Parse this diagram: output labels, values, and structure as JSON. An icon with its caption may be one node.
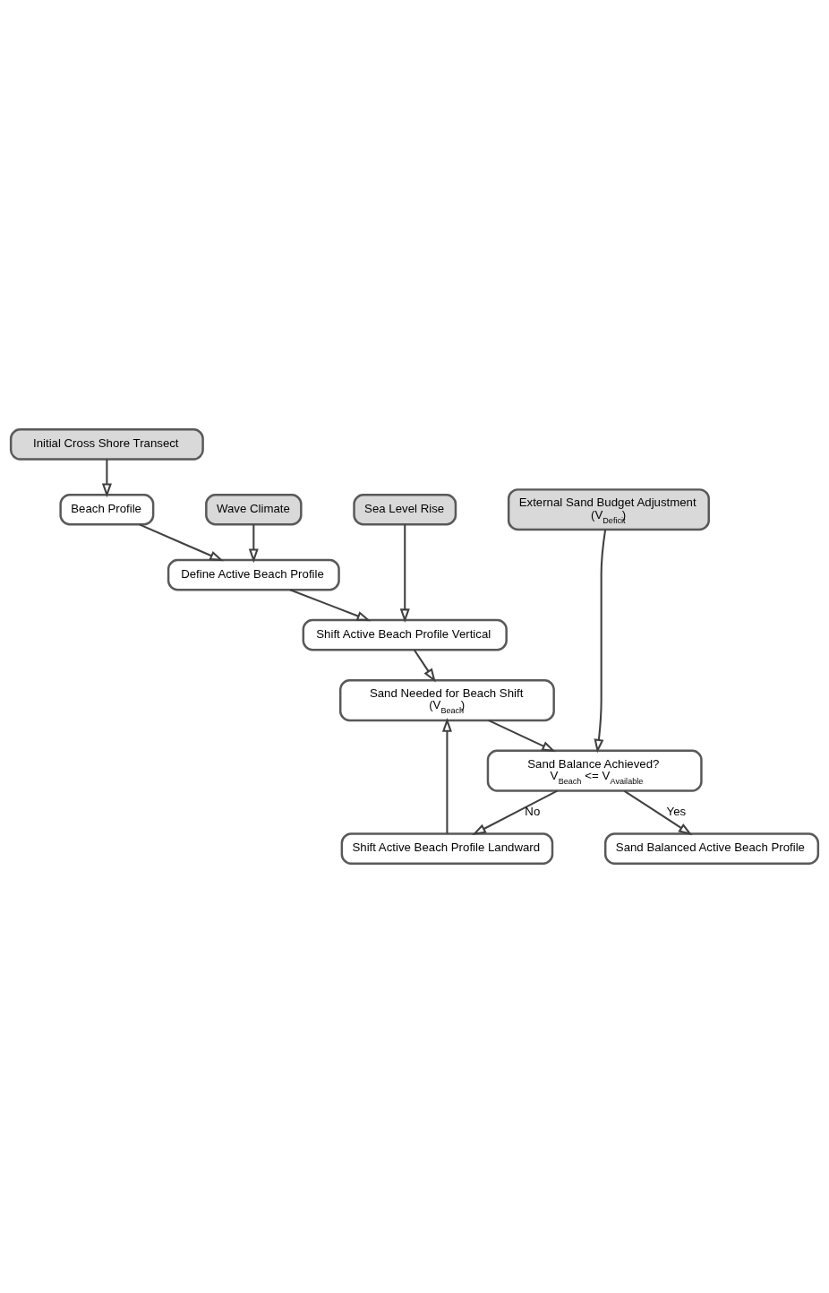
{
  "diagram": {
    "nodes": [
      {
        "text": [
          "Initial Cross Shore Transect"
        ]
      },
      {
        "text": [
          "Beach Profile"
        ]
      },
      {
        "text": [
          "Wave Climate"
        ]
      },
      {
        "text": [
          "Sea Level Rise"
        ]
      },
      {
        "text": [
          "External Sand Budget Adjustment",
          "(V$_{Deficit}$)"
        ]
      },
      {
        "text": [
          "Define Active Beach Profile"
        ]
      },
      {
        "text": [
          "Shift Active Beach Profile Vertical"
        ]
      },
      {
        "text": [
          "Sand Needed for Beach Shift",
          "(V$_{Beach}$)"
        ]
      },
      {
        "text": [
          "Sand Balance Achieved?",
          "V$_{Beach}$ <= V$_{Available}$"
        ]
      },
      {
        "text": [
          "Shift Active Beach Profile Landward"
        ]
      },
      {
        "text": [
          "Sand Balanced Active Beach Profile"
        ]
      }
    ],
    "edges": [
      {
        "from": 0,
        "to": 1,
        "arrow": "to"
      },
      {
        "from": 1,
        "to": 5,
        "arrow": "to"
      },
      {
        "from": 2,
        "to": 5,
        "arrow": "to"
      },
      {
        "from": 5,
        "to": 6,
        "arrow": "to"
      },
      {
        "from": 3,
        "to": 6,
        "arrow": "to"
      },
      {
        "from": 6,
        "to": 7,
        "arrow": "to"
      },
      {
        "from": 7,
        "to": 8,
        "arrow": "to"
      },
      {
        "from": 4,
        "to": 8,
        "arrow": "to"
      },
      {
        "from": 8,
        "to": 9,
        "label": "No",
        "arrow": "to"
      },
      {
        "from": 8,
        "to": 10,
        "label": "Yes",
        "arrow": "to"
      },
      {
        "from": 9,
        "to": 7,
        "arrow": "to"
      }
    ]
  }
}
